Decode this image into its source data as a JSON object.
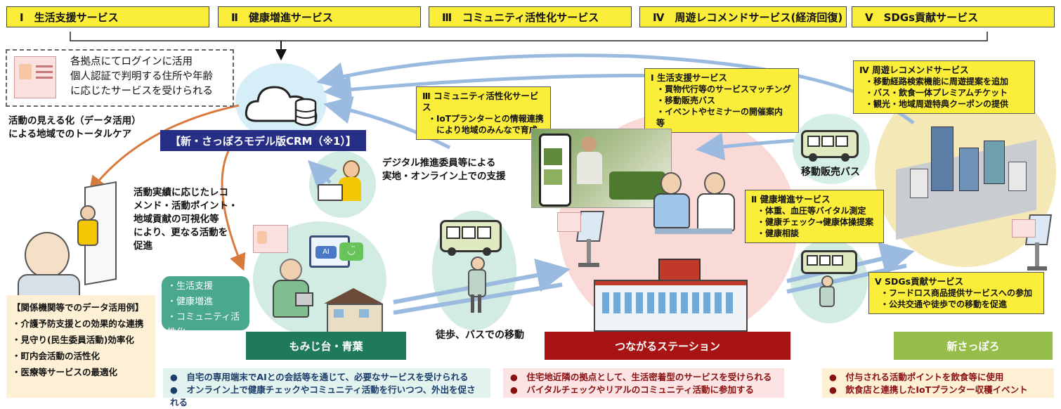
{
  "top_services": [
    {
      "label": "Ⅰ　生活支援サービス"
    },
    {
      "label": "Ⅱ　健康増進サービス"
    },
    {
      "label": "Ⅲ　コミュニティ活性化サービス"
    },
    {
      "label": "Ⅳ　周遊レコメンドサービス(経済回復)"
    },
    {
      "label": "Ⅴ　SDGs貢献サービス"
    }
  ],
  "login_note": [
    "各拠点にてログインに活用",
    "個人認証で判明する住所や年齢",
    "に応じたサービスを受けられる"
  ],
  "visualization_note": [
    "活動の見える化（データ活用）",
    "による地域でのトータルケア"
  ],
  "crm_label": "【新・さっぽろモデル版CRM（※1）】",
  "digital_support": [
    "デジタル推進委員等による",
    "実地・オンライン上での支援"
  ],
  "recommend_note": [
    "活動実績に応じたレコ",
    "メンド・活動ポイント・",
    "地域貢献の可視化等",
    "により、更なる活動を",
    "促進"
  ],
  "community_box": {
    "title": "Ⅲ コミュニティ活性化サービス",
    "items": [
      "・IoTプランターとの情報連携",
      "　により地域のみんなで育成"
    ]
  },
  "life_box": {
    "title": "Ⅰ 生活支援サービス",
    "items": [
      "・買物代行等のサービスマッチング",
      "・移動販売バス",
      "・イベントやセミナーの開催案内 等"
    ]
  },
  "tour_box": {
    "title": "Ⅳ 周遊レコメンドサービス",
    "items": [
      "・移動経路検索機能に周遊提案を追加",
      "・バス・飲食一体プレミアムチケット",
      "・観光・地域周遊特典クーポンの提供"
    ]
  },
  "health_box": {
    "title": "Ⅱ 健康増進サービス",
    "items": [
      "・体重、血圧等バイタル測定",
      "・健康チェック→健康体操提案",
      "・健康相談"
    ]
  },
  "sdgs_box": {
    "title": "Ⅴ SDGs貢献サービス",
    "items": [
      "・フードロス商品提供サービスへの参加",
      "・公共交通や徒歩での移動を促進"
    ]
  },
  "mobile_bus_label": "移動販売バス",
  "walk_bus_label": "徒歩、バスでの移動",
  "services_bubble": [
    "・生活支援",
    "・健康増進",
    "・コミュニティ活性化"
  ],
  "chat_icons": {
    "ai": "AI",
    "smile": "◡̈"
  },
  "data_use": {
    "title": "【関係機関等でのデータ活用例】",
    "items": [
      "・介護予防支援との効果的な連携",
      "・見守り(民生委員活動)効率化",
      "・町内会活動の活性化",
      "・医療等サービスの最適化"
    ]
  },
  "areas": [
    {
      "name": "もみじ台・青葉",
      "color": "#1f7a5c"
    },
    {
      "name": "つながるステーション",
      "color": "#a81414"
    },
    {
      "name": "新さっぽろ",
      "color": "#96bd49"
    }
  ],
  "bottom_boxes": [
    {
      "items": [
        "●　自宅の専用端末でAIとの会話等を通じて、必要なサービスを受けられる",
        "●　オンライン上で健康チェックやコミュニティ活動を行いつつ、外出を促される"
      ],
      "bg": "#e2f2ee"
    },
    {
      "items": [
        "●　住宅地近隣の拠点として、生活密着型のサービスを受けられる",
        "●　バイタルチェックやリアルのコミュニティ活動に参加する"
      ],
      "bg": "#fce4e4"
    },
    {
      "items": [
        "●　付与される活動ポイントを飲食等に使用",
        "●　飲食店と連携したIoTプランター収穫イベント"
      ],
      "bg": "#fdf0d5"
    }
  ]
}
